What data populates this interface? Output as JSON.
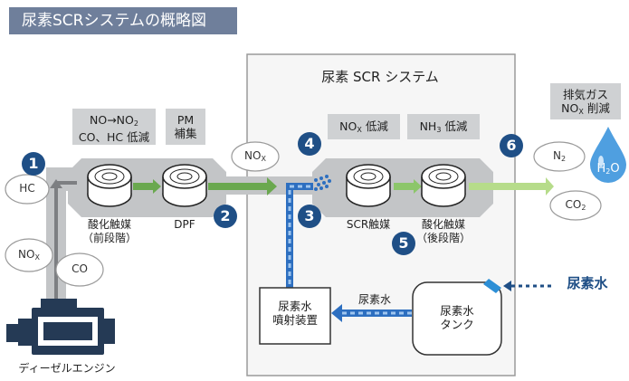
{
  "title": "尿素SCRシステムの概略図",
  "scr_system_label": "尿素 SCR システム",
  "engine_label": "ディーゼルエンジン",
  "exhaust_gases": [
    "HC",
    "NOx",
    "CO"
  ],
  "stage_labels": {
    "stage1_top": "NO→NO2",
    "stage1_bottom": "CO、HC 低減",
    "pm_top": "PM",
    "pm_bottom": "補集",
    "nox_reduction": "NOx 低減",
    "nh3_reduction": "NH3 低減",
    "exhaust_top": "排気ガス",
    "exhaust_bottom": "NOx 削減"
  },
  "components": {
    "oxidation_front_line1": "酸化触媒",
    "oxidation_front_line2": "（前段階）",
    "dpf": "DPF",
    "scr_catalyst": "SCR触媒",
    "oxidation_rear_line1": "酸化触媒",
    "oxidation_rear_line2": "（後段階）",
    "injector_line1": "尿素水",
    "injector_line2": "噴射装置",
    "tank_line1": "尿素水",
    "tank_line2": "タンク"
  },
  "flow_labels": {
    "urea_flow": "尿素水",
    "urea_input": "尿素水",
    "nox_in": "NOx"
  },
  "outputs": [
    "N2",
    "CO2",
    "H2O"
  ],
  "step_numbers": [
    "1",
    "2",
    "3",
    "4",
    "5",
    "6"
  ],
  "colors": {
    "title_bg": "#6f7f9b",
    "badge": "#1f4f86",
    "pipe_grey": "#c3c5c7",
    "green_arrow": "#6aa84f",
    "light_green": "#b6dc8a",
    "urea_blue": "#2d6fc0",
    "system_border": "#9a9a9a"
  }
}
